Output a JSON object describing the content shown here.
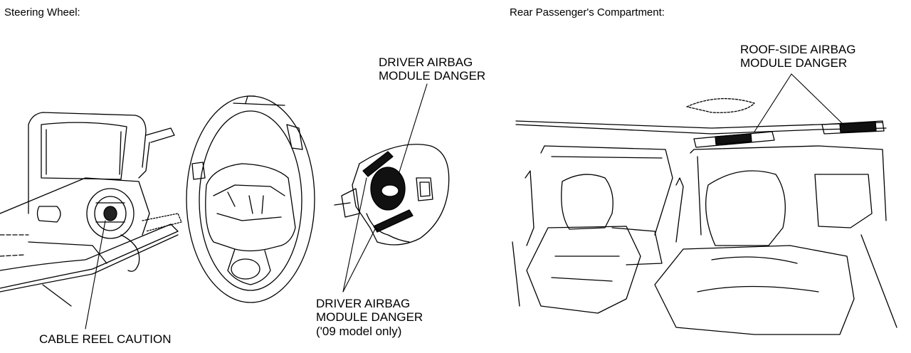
{
  "sections": {
    "steering_title": "Steering Wheel:",
    "rear_title": "Rear Passenger's Compartment:"
  },
  "callouts": {
    "driver_airbag_top": [
      "DRIVER AIRBAG",
      "MODULE DANGER"
    ],
    "driver_airbag_bottom": [
      "DRIVER AIRBAG",
      "MODULE DANGER",
      "('09 model only)"
    ],
    "cable_reel": "CABLE REEL CAUTION",
    "roof_side": [
      "ROOF-SIDE AIRBAG",
      "MODULE DANGER"
    ]
  },
  "colors": {
    "ink": "#000000",
    "paper": "#ffffff"
  }
}
